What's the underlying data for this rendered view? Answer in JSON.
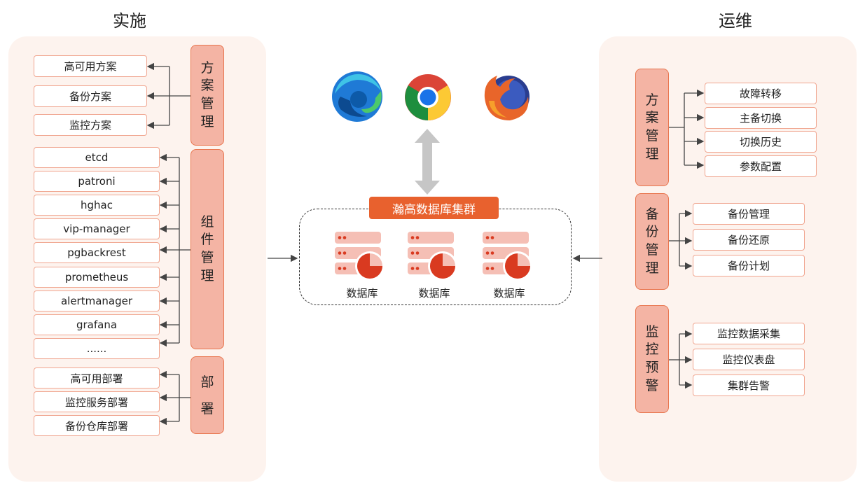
{
  "left": {
    "title": "实施",
    "plan": {
      "label": [
        "方",
        "案",
        "管",
        "理"
      ],
      "items": [
        "高可用方案",
        "备份方案",
        "监控方案"
      ]
    },
    "components": {
      "label": [
        "组",
        "件",
        "管",
        "理"
      ],
      "items": [
        "etcd",
        "patroni",
        "hghac",
        "vip-manager",
        "pgbackrest",
        "prometheus",
        "alertmanager",
        "grafana",
        "......"
      ]
    },
    "deploy": {
      "label": [
        "部",
        "署"
      ],
      "items": [
        "高可用部署",
        "监控服务部署",
        "备份仓库部署"
      ]
    }
  },
  "right": {
    "title": "运维",
    "plan": {
      "label": [
        "方",
        "案",
        "管",
        "理"
      ],
      "items": [
        "故障转移",
        "主备切换",
        "切换历史",
        "参数配置"
      ]
    },
    "backup": {
      "label": [
        "备",
        "份",
        "管",
        "理"
      ],
      "items": [
        "备份管理",
        "备份还原",
        "备份计划"
      ]
    },
    "monitor": {
      "label": [
        "监",
        "控",
        "预",
        "警"
      ],
      "items": [
        "监控数据采集",
        "监控仪表盘",
        "集群告警"
      ]
    }
  },
  "center": {
    "browsers": [
      "edge-icon",
      "chrome-icon",
      "firefox-icon"
    ],
    "cluster_title": "瀚高数据库集群",
    "databases": [
      "数据库",
      "数据库",
      "数据库"
    ]
  },
  "colors": {
    "accent": "#e8612e",
    "category_fill": "#f4b4a4",
    "category_border": "#e8754e",
    "panel": "#fdf3ee",
    "db_red": "#d93a20",
    "db_pink": "#f5bfb5"
  }
}
